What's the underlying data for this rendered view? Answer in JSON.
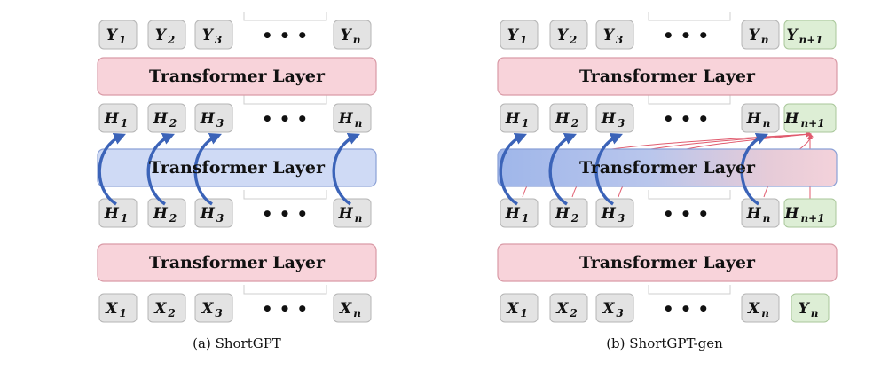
{
  "panels": [
    {
      "id": "shortgpt",
      "caption": "(a) ShortGPT",
      "layers": [
        "Transformer Layer",
        "Transformer Layer",
        "Transformer Layer"
      ],
      "rows": [
        {
          "name": "outputs",
          "tokens": [
            {
              "base": "Y",
              "sub": "1"
            },
            {
              "base": "Y",
              "sub": "2"
            },
            {
              "base": "Y",
              "sub": "3"
            },
            {
              "base": "Y",
              "sub": "n"
            }
          ]
        },
        {
          "name": "hidden-upper",
          "tokens": [
            {
              "base": "H",
              "sub": "1"
            },
            {
              "base": "H",
              "sub": "2"
            },
            {
              "base": "H",
              "sub": "3"
            },
            {
              "base": "H",
              "sub": "n"
            }
          ]
        },
        {
          "name": "hidden-lower",
          "tokens": [
            {
              "base": "H",
              "sub": "1"
            },
            {
              "base": "H",
              "sub": "2"
            },
            {
              "base": "H",
              "sub": "3"
            },
            {
              "base": "H",
              "sub": "n"
            }
          ]
        },
        {
          "name": "inputs",
          "tokens": [
            {
              "base": "X",
              "sub": "1"
            },
            {
              "base": "X",
              "sub": "2"
            },
            {
              "base": "X",
              "sub": "3"
            },
            {
              "base": "X",
              "sub": "n"
            }
          ]
        }
      ],
      "extra_tokens": [],
      "dots": "• • •"
    },
    {
      "id": "shortgpt-gen",
      "caption": "(b) ShortGPT-gen",
      "layers": [
        "Transformer Layer",
        "Transformer Layer",
        "Transformer Layer"
      ],
      "rows": [
        {
          "name": "outputs",
          "tokens": [
            {
              "base": "Y",
              "sub": "1"
            },
            {
              "base": "Y",
              "sub": "2"
            },
            {
              "base": "Y",
              "sub": "3"
            },
            {
              "base": "Y",
              "sub": "n"
            }
          ]
        },
        {
          "name": "hidden-upper",
          "tokens": [
            {
              "base": "H",
              "sub": "1"
            },
            {
              "base": "H",
              "sub": "2"
            },
            {
              "base": "H",
              "sub": "3"
            },
            {
              "base": "H",
              "sub": "n"
            }
          ]
        },
        {
          "name": "hidden-lower",
          "tokens": [
            {
              "base": "H",
              "sub": "1"
            },
            {
              "base": "H",
              "sub": "2"
            },
            {
              "base": "H",
              "sub": "3"
            },
            {
              "base": "H",
              "sub": "n"
            }
          ]
        },
        {
          "name": "inputs",
          "tokens": [
            {
              "base": "X",
              "sub": "1"
            },
            {
              "base": "X",
              "sub": "2"
            },
            {
              "base": "X",
              "sub": "3"
            },
            {
              "base": "X",
              "sub": "n"
            }
          ]
        }
      ],
      "extra_tokens": [
        {
          "base": "Y",
          "sub": "n+1"
        },
        {
          "base": "H",
          "sub": "n+1"
        },
        {
          "base": "H",
          "sub": "n+1"
        },
        {
          "base": "Y",
          "sub": "n"
        }
      ],
      "dots": "• • •"
    }
  ],
  "colors": {
    "token_fill": "#e3e3e3",
    "token_stroke": "#b5b5b5",
    "new_token_fill": "#ddeed5",
    "new_token_stroke": "#a9c79a",
    "layer_fill": "#f8d3da",
    "layer_stroke": "#d99aa6",
    "skipped_layer_fill": "#cfdaf5",
    "skipped_layer_stroke": "#8aa0d6",
    "skip_arrow": "#3b63b8",
    "gen_arrow": "#e05b6e"
  }
}
